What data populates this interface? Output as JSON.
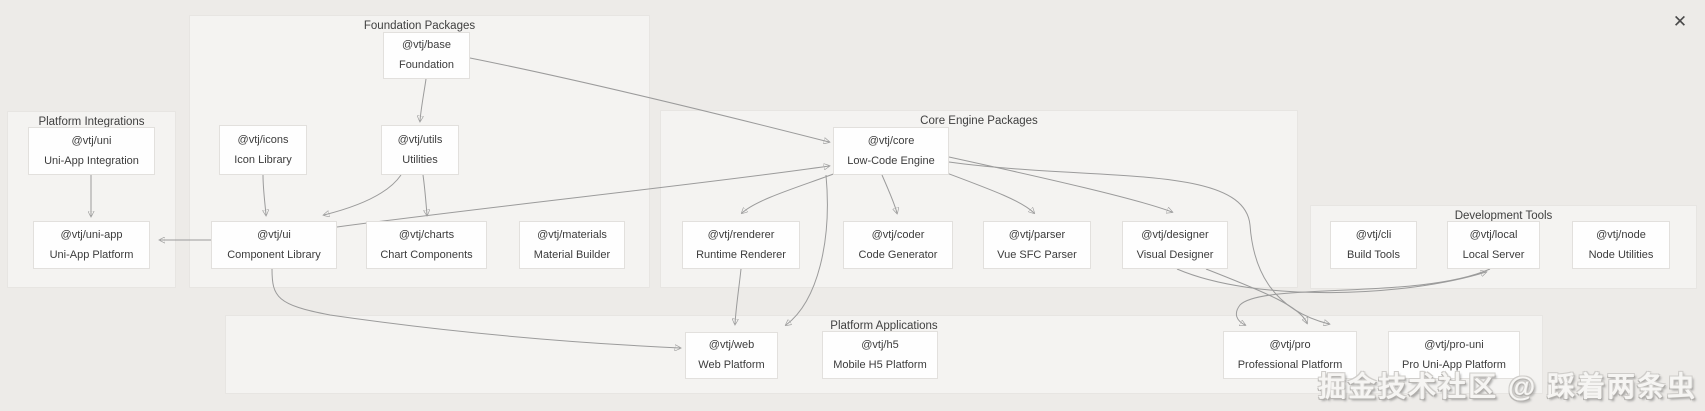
{
  "diagram": {
    "groups": {
      "platform_integrations": {
        "title": "Platform Integrations"
      },
      "foundation": {
        "title": "Foundation Packages"
      },
      "core_engine": {
        "title": "Core Engine Packages"
      },
      "dev_tools": {
        "title": "Development Tools"
      },
      "platform_apps": {
        "title": "Platform Applications"
      }
    },
    "nodes": {
      "base": {
        "pkg": "@vtj/base",
        "desc": "Foundation"
      },
      "uni": {
        "pkg": "@vtj/uni",
        "desc": "Uni-App Integration"
      },
      "icons": {
        "pkg": "@vtj/icons",
        "desc": "Icon Library"
      },
      "utils": {
        "pkg": "@vtj/utils",
        "desc": "Utilities"
      },
      "core": {
        "pkg": "@vtj/core",
        "desc": "Low-Code Engine"
      },
      "uni_app": {
        "pkg": "@vtj/uni-app",
        "desc": "Uni-App Platform"
      },
      "ui": {
        "pkg": "@vtj/ui",
        "desc": "Component Library"
      },
      "charts": {
        "pkg": "@vtj/charts",
        "desc": "Chart Components"
      },
      "materials": {
        "pkg": "@vtj/materials",
        "desc": "Material Builder"
      },
      "renderer": {
        "pkg": "@vtj/renderer",
        "desc": "Runtime Renderer"
      },
      "coder": {
        "pkg": "@vtj/coder",
        "desc": "Code Generator"
      },
      "parser": {
        "pkg": "@vtj/parser",
        "desc": "Vue SFC Parser"
      },
      "designer": {
        "pkg": "@vtj/designer",
        "desc": "Visual Designer"
      },
      "cli": {
        "pkg": "@vtj/cli",
        "desc": "Build Tools"
      },
      "local": {
        "pkg": "@vtj/local",
        "desc": "Local Server"
      },
      "node": {
        "pkg": "@vtj/node",
        "desc": "Node Utilities"
      },
      "web": {
        "pkg": "@vtj/web",
        "desc": "Web Platform"
      },
      "h5": {
        "pkg": "@vtj/h5",
        "desc": "Mobile H5 Platform"
      },
      "pro": {
        "pkg": "@vtj/pro",
        "desc": "Professional Platform"
      },
      "pro_uni": {
        "pkg": "@vtj/pro-uni",
        "desc": "Pro Uni-App Platform"
      }
    }
  },
  "viewer": {
    "close_label": "✕"
  },
  "watermark": {
    "text": "掘金技术社区 @ 踩着两条虫"
  },
  "colors": {
    "background": "#edebe8",
    "group_fill": "#f4f3f1",
    "node_fill": "#fefefe",
    "node_border": "#e2e0dd",
    "edge": "#9b9b9b",
    "text": "#3c3c3c"
  }
}
